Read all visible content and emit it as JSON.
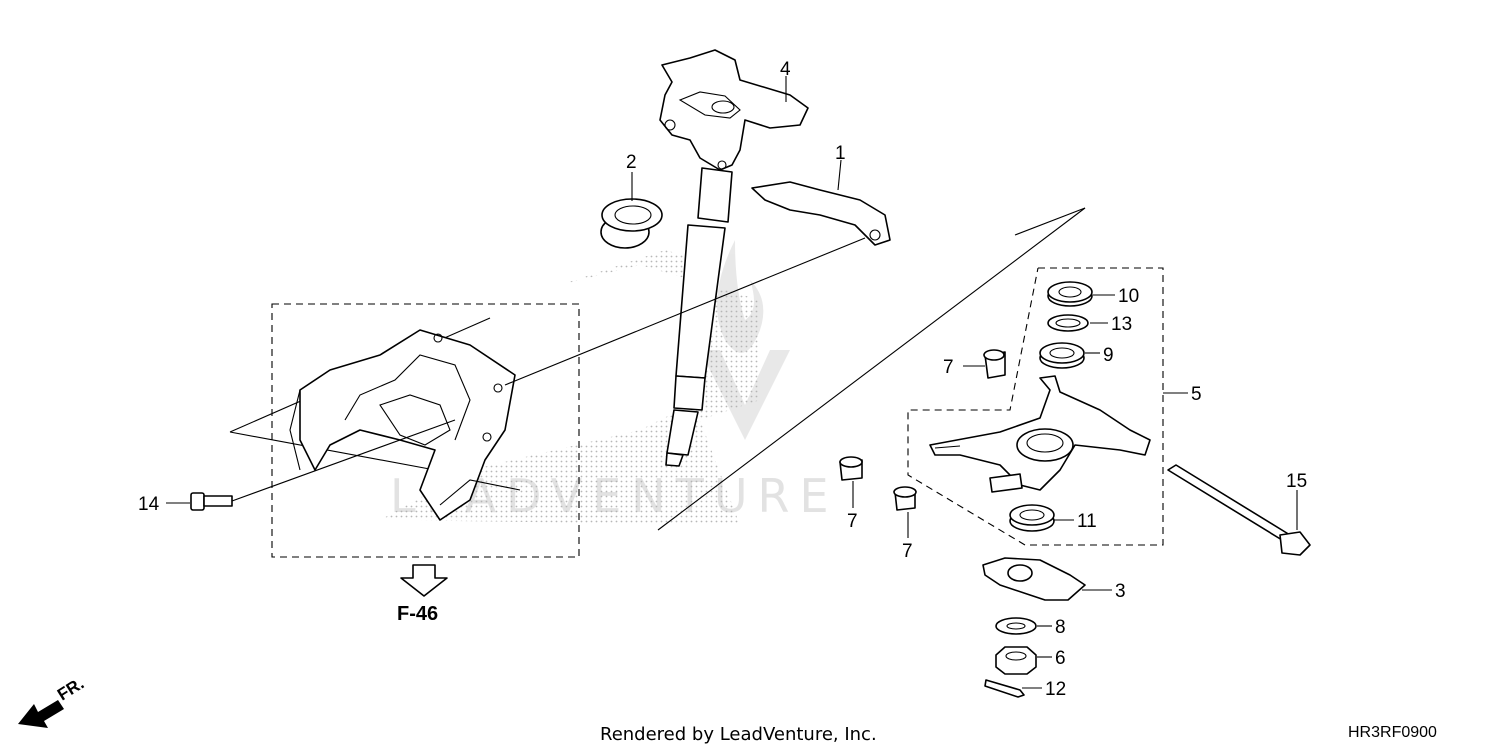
{
  "callouts": {
    "c1": "1",
    "c2": "2",
    "c3": "3",
    "c4": "4",
    "c5": "5",
    "c6": "6",
    "c7a": "7",
    "c7b": "7",
    "c7c": "7",
    "c8": "8",
    "c9": "9",
    "c10": "10",
    "c11": "11",
    "c12": "12",
    "c13": "13",
    "c14": "14",
    "c15": "15"
  },
  "reference": {
    "label": "F-46"
  },
  "direction": {
    "label": "FR."
  },
  "watermark": {
    "text": "LEADVENTURE"
  },
  "footer": {
    "rendered_by": "Rendered by LeadVenture, Inc.",
    "diagram_code": "HR3RF0900"
  }
}
